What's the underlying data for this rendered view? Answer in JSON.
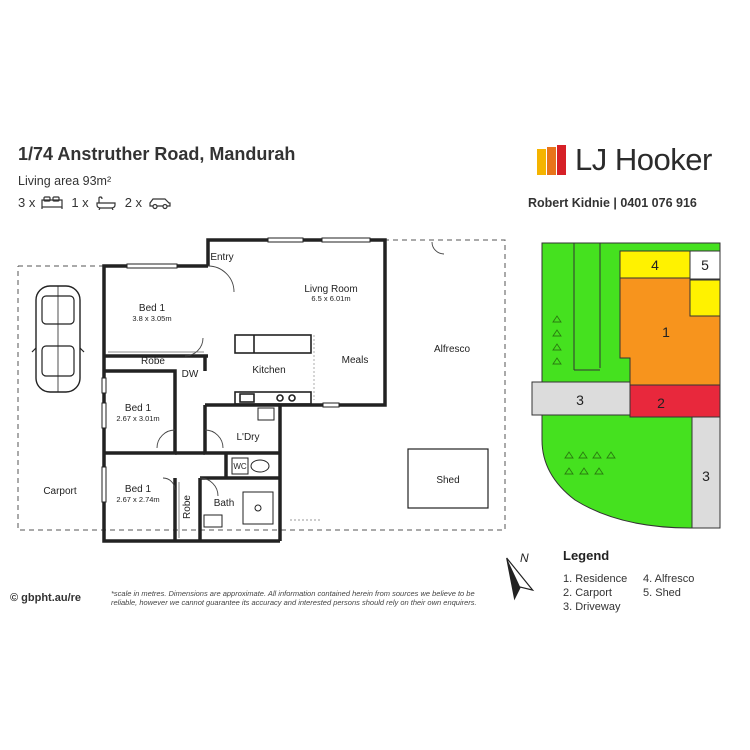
{
  "header": {
    "address": "1/74 Anstruther Road, Mandurah",
    "living_area": "Living area 93m²",
    "bedrooms": "3 x",
    "bathrooms": "1 x",
    "cars": "2 x"
  },
  "brand": {
    "name": "LJ Hooker",
    "agent": "Robert Kidnie | 0401 076 916",
    "colors": [
      "#f5b400",
      "#e8741a",
      "#d62027"
    ]
  },
  "plan": {
    "entry": "Entry",
    "living_room": "Livng Room",
    "living_room_size": "6.5 x 6.01m",
    "bed_main": "Bed 1",
    "bed_main_size": "3.8 x 3.05m",
    "robe_1": "Robe",
    "dw": "DW",
    "kitchen": "Kitchen",
    "meals": "Meals",
    "alfresco": "Alfresco",
    "bed_2": "Bed 1",
    "bed_2_size": "2.67 x 3.01m",
    "laundry": "L'Dry",
    "wc": "WC",
    "bed_3": "Bed 1",
    "bed_3_size": "2.67 x 2.74m",
    "robe_2": "Robe",
    "bath": "Bath",
    "carport": "Carport",
    "shed": "Shed"
  },
  "site_plan": {
    "labels": [
      "1",
      "2",
      "3",
      "3",
      "4",
      "5"
    ],
    "colors": {
      "lawn": "#45e11f",
      "residence": "#f7941d",
      "carport": "#e8283c",
      "driveway": "#dcdcdc",
      "alfresco": "#fff200",
      "shed": "#ffffff"
    }
  },
  "legend": {
    "title": "Legend",
    "col1": [
      "1. Residence",
      "2. Carport",
      "3. Driveway"
    ],
    "col2": [
      "4. Alfresco",
      "5. Shed"
    ],
    "north": "N"
  },
  "footer": {
    "copyright": "© gbpht.au/re",
    "disclaimer": "*scale in metres. Dimensions are approximate. All information contained herein from sources we believe to be reliable, however we cannot guarantee its accuracy and interested persons should rely on their own enquirers."
  }
}
